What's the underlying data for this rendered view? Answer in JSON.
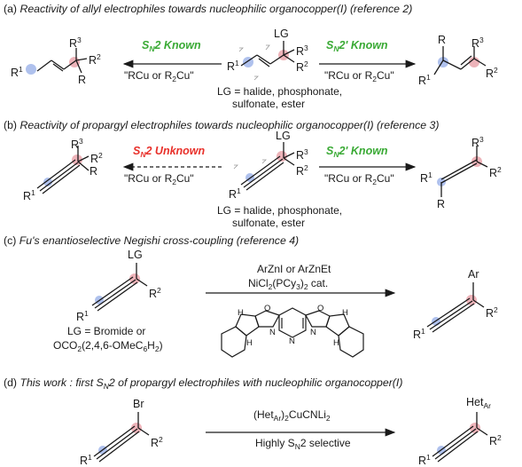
{
  "a": {
    "header_letter": "(a)",
    "header": "Reactivity of allyl electrophiles towards nucleophilic organocopper(I) (reference 2)",
    "sn2_known": "Known",
    "sn2p_known": "Known",
    "reagent_left": "\"RCu or R",
    "reagent_right": "\"RCu or R",
    "reagent_tail": "Cu\"",
    "lg_line1": "LG = halide, phosphonate,",
    "lg_line2": "sulfonate, ester"
  },
  "b": {
    "header_letter": "(b)",
    "header": "Reactivity of propargyl electrophiles towards nucleophilic organocopper(I) (reference 3)",
    "sn2_unknown": "Unknown",
    "sn2p_known": "Known",
    "lg_line1": "LG = halide, phosphonate,",
    "lg_line2": "sulfonate, ester"
  },
  "c": {
    "header_letter": "(c)",
    "header": "Fu's enantioselective Negishi cross-coupling (reference 4)",
    "reagent1": "ArZnI or ArZnEt",
    "reagent2_a": "NiCl",
    "reagent2_b": "(PCy",
    "reagent2_c": ")",
    "reagent2_d": " cat.",
    "lg_line1": "LG = Bromide or",
    "lg_line2": "OCO",
    "lg_line2b": "(2,4,6-OMeC",
    "lg_line2c": "H",
    "lg_line2d": ")",
    "product_sub": "Ar"
  },
  "d": {
    "header_letter": "(d)",
    "header_a": "This work : first S",
    "header_b": "2 of propargyl electrophiles with nucleophilic organocopper(I)",
    "reagent1_a": "(Het",
    "reagent1_b": "Ar",
    "reagent1_c": ")",
    "reagent1_d": "CuCNLi",
    "reagent2_a": "Highly S",
    "reagent2_b": "2 selective",
    "lg": "Br",
    "product_sub_a": "Het",
    "product_sub_b": "Ar"
  },
  "labels": {
    "S": "S",
    "N": "N",
    "N2": "N",
    "prime": "2'",
    "two": "2",
    "three": "3",
    "R": "R",
    "R1": "R",
    "R2": "R",
    "R3": "R",
    "LG": "LG",
    "H": "H",
    "O": "O"
  },
  "colors": {
    "green": "#3aaa35",
    "red": "#e8302a",
    "highlight_pink": "#e8a0a8",
    "highlight_blue": "#9bb2e8"
  }
}
